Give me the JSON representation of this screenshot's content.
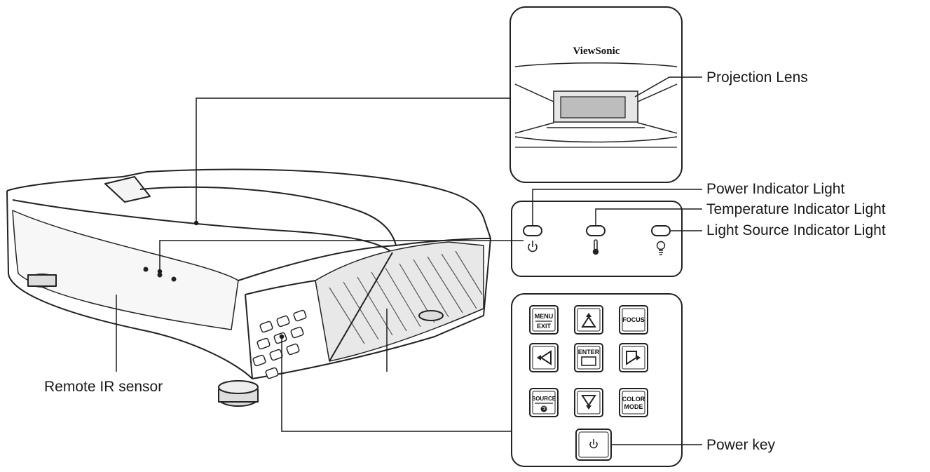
{
  "figure": {
    "brand": "ViewSonic",
    "callouts": {
      "projection_lens": "Projection Lens",
      "power_indicator": "Power Indicator Light",
      "temperature_indicator": "Temperature Indicator Light",
      "light_source_indicator": "Light Source Indicator Light",
      "remote_ir_sensor": "Remote IR sensor",
      "power_key": "Power key"
    },
    "keypad": {
      "menu": "MENU",
      "exit": "EXIT",
      "focus": "FOCUS",
      "enter": "ENTER",
      "source": "SOURCE",
      "color": "COLOR",
      "mode": "MODE"
    },
    "icons": [
      "power-icon",
      "thermometer-icon",
      "bulb-icon",
      "up-arrow-icon",
      "down-arrow-icon",
      "left-arrow-icon",
      "right-arrow-icon",
      "help-icon"
    ],
    "colors": {
      "line": "#1a1a1a",
      "outline": "#222222",
      "panel": "#ffffff"
    }
  }
}
